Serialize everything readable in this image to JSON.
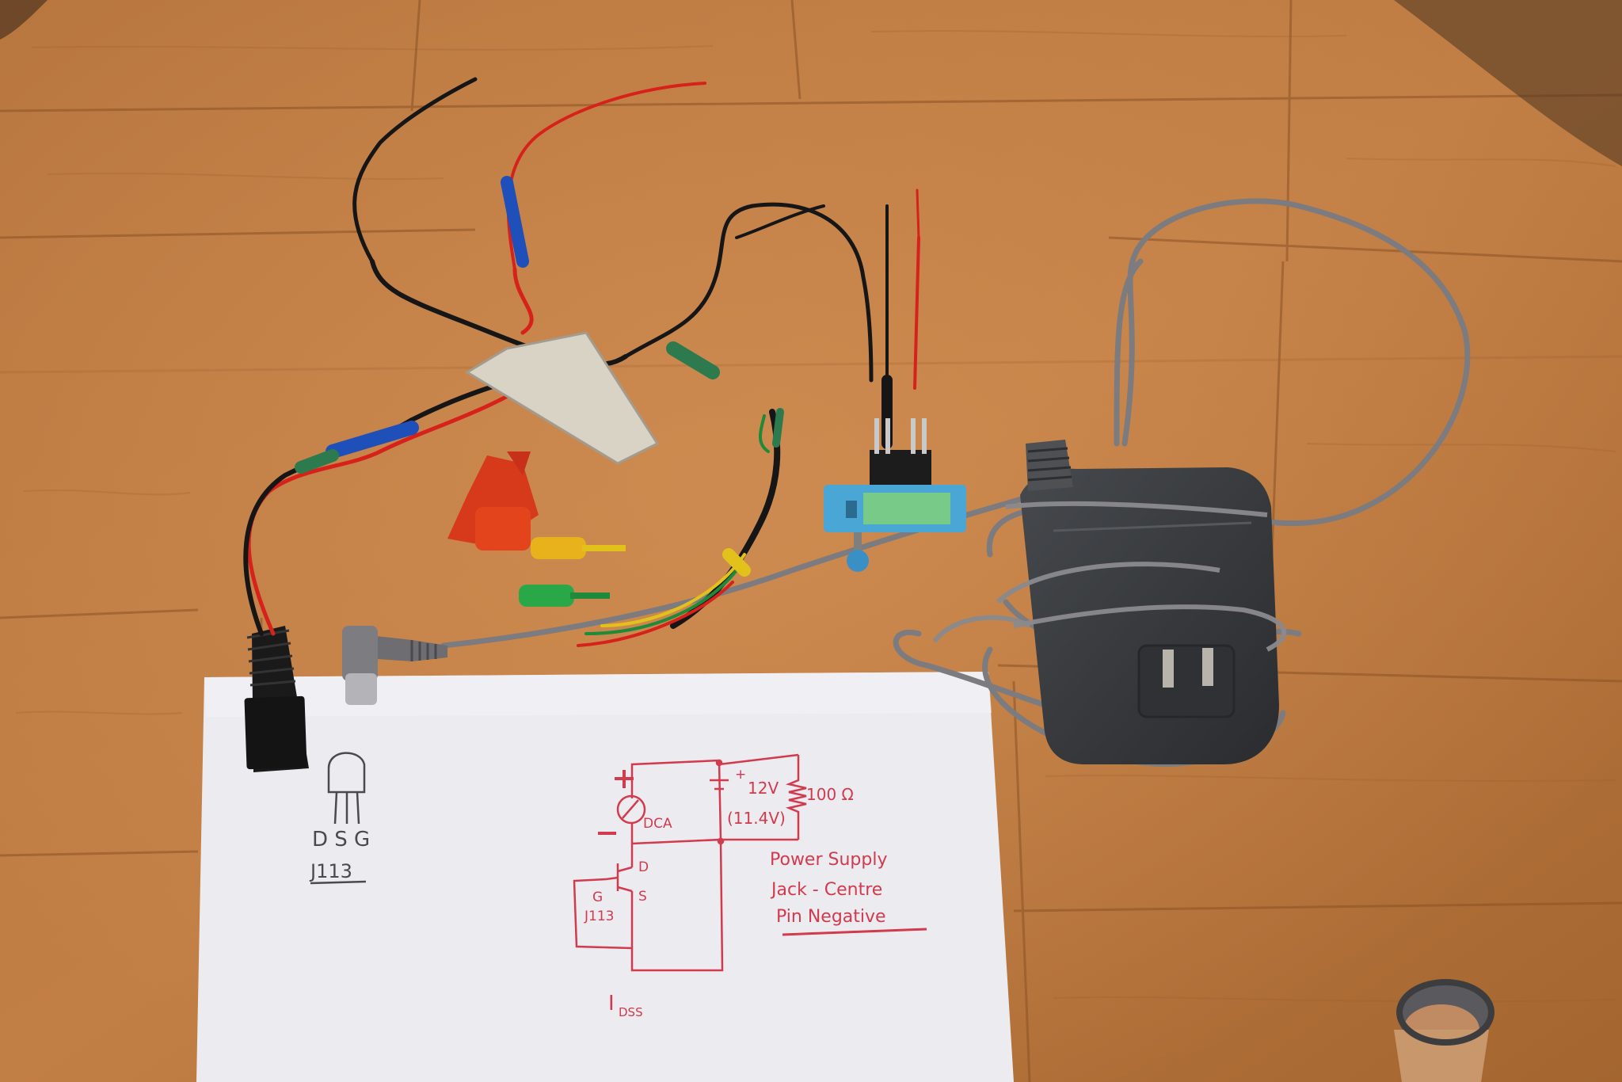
{
  "photo": {
    "colors": {
      "floor_light": "#cd8a4f",
      "floor_mid": "#b97a42",
      "floor_dark": "#8f5528",
      "paper": "#ecebf0",
      "adapter": "#3b3d40",
      "grey_cable": "#7b7b80",
      "wire_red": "#d6221a",
      "wire_black": "#161616",
      "wire_green": "#1e8a3a",
      "wire_yellow": "#e2c21a",
      "heatshrink_blue": "#1f4fb8",
      "heatshrink_green": "#2d7a4f",
      "ink_red": "#d23a4e",
      "pencil": "#4a4a4a",
      "switch_blue": "#4aa6d4"
    },
    "pinout": {
      "pins": "D S G",
      "part": "J113"
    },
    "schematic": {
      "plus": "+",
      "minus": "−",
      "meter": "DCA",
      "battery_plus": "+",
      "voltage": "12V",
      "voltage_measured": "(11.4V)",
      "resistor": "100 Ω",
      "drain": "D",
      "gate": "G",
      "source": "S",
      "part": "J113",
      "current_symbol": "I",
      "current_subscript": "DSS"
    },
    "note": {
      "line1": "Power Supply",
      "line2": "Jack - Centre",
      "line3": "Pin Negative"
    }
  }
}
